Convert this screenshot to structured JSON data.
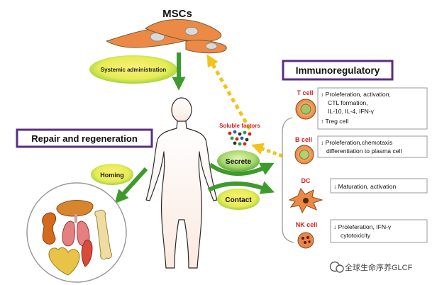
{
  "title": "MSCs",
  "systemic": "Systemic administration",
  "repair": "Repair and regeneration",
  "homing": "Homing",
  "soluble": "Soluble factors",
  "secrete": "Secrete",
  "contact": "Contact",
  "immuno": "Immunoregulatory",
  "cells": {
    "t": {
      "name": "T cell",
      "lines": [
        "↓ Proleferation, activation,",
        "CTL formation,",
        "IL-10, IL-4, IFN-γ",
        "↑ Treg cell"
      ]
    },
    "b": {
      "name": "B cell",
      "lines": [
        "↓ Proleferation,chemotaxis",
        "differentiation to plasma cell"
      ]
    },
    "dc": {
      "name": "DC",
      "lines": [
        "↓ Maturation, activation"
      ]
    },
    "nk": {
      "name": "NK cell",
      "lines": [
        "↓ Proleferation, IFN-γ",
        "cytotoxicity"
      ]
    }
  },
  "watermark": "全球生命序养GLCF",
  "colors": {
    "accent_purple": "#5a2d82",
    "arrow_green": "#3e9a2c",
    "arrow_gold": "#f0c419",
    "cell_orange": "#e8843c",
    "label_red": "#d62020"
  }
}
